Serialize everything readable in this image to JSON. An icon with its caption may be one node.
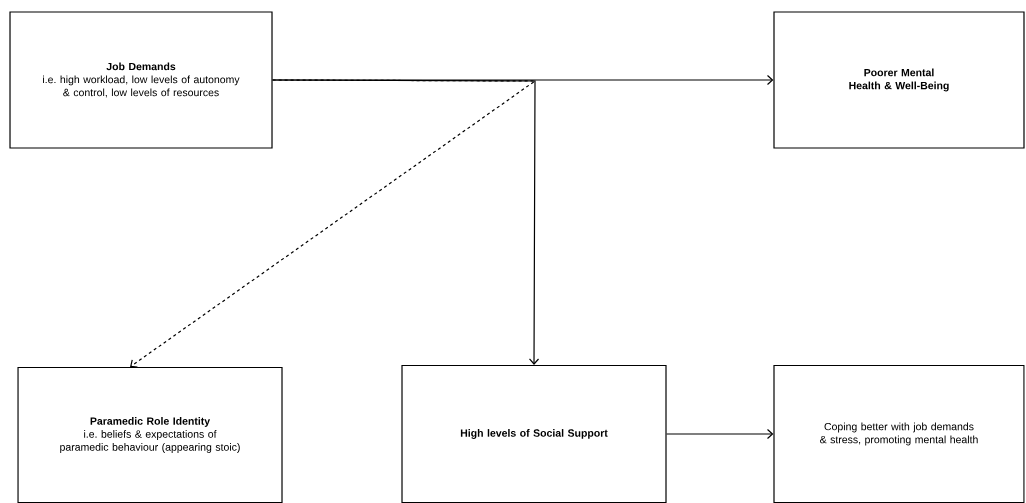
{
  "diagram": {
    "nodes": [
      {
        "text": [
          "Job Demands",
          "i.e. high workload, low levels of autonomy & control, low levels of resources"
        ]
      },
      {
        "text": [
          "Poorer Mental Health & Well-Being"
        ]
      },
      {
        "text": [
          "Paramedic Role Identity",
          "i.e. beliefs & expectations of paramedic behaviour (appearing stoic)"
        ]
      },
      {
        "text": [
          "High levels of Social Support"
        ]
      },
      {
        "text": [
          "Coping better with job demands & stress, promoting mental health"
        ]
      }
    ],
    "edges": [
      {
        "from": 0,
        "to": 1,
        "arrow": "to"
      },
      {
        "from": 0,
        "to": 3,
        "arrow": "to"
      },
      {
        "from": 0,
        "to": 2,
        "arrow": "to",
        "style": "dashed"
      },
      {
        "from": 3,
        "to": 4,
        "arrow": "to"
      }
    ]
  }
}
